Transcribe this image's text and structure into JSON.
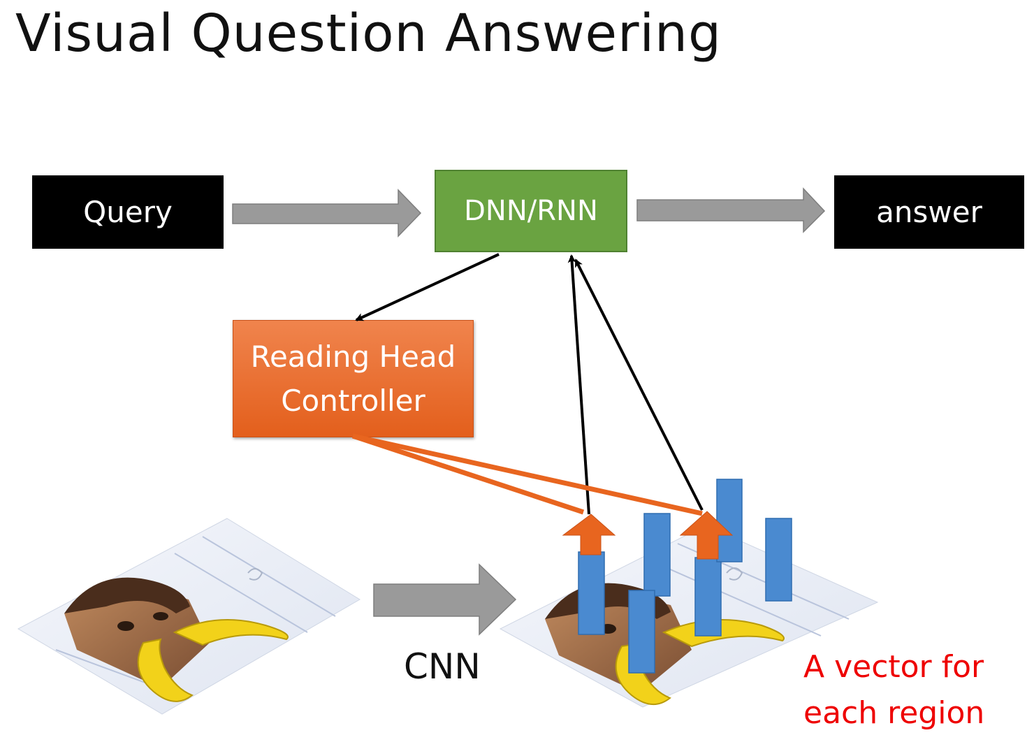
{
  "title": "Visual Question Answering",
  "nodes": {
    "query": "Query",
    "dnn_rnn": "DNN/RNN",
    "answer": "answer",
    "reading_head_line1": "Reading Head",
    "reading_head_line2": "Controller"
  },
  "labels": {
    "cnn": "CNN",
    "vector_line1": "A vector for",
    "vector_line2": "each region"
  },
  "colors": {
    "dnn": "#6aa341",
    "reading_head": "#e8651f",
    "vector_bar": "#4a8ad0",
    "flow_arrow": "#9a9a9a",
    "vector_text": "#ee0000"
  }
}
